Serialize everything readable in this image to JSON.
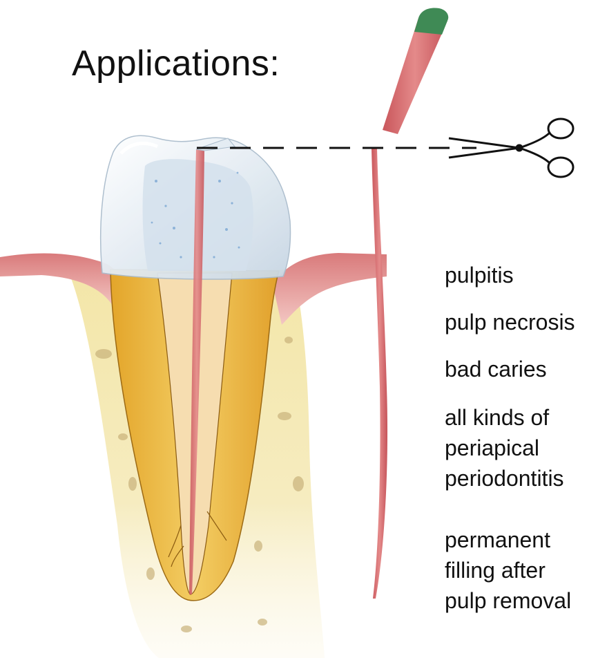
{
  "title": "Applications:",
  "applications": [
    "pulpitis",
    "pulp necrosis",
    "bad caries",
    "all kinds of\nperiapical\nperiodontitis",
    "permanent\nfilling after\npulp removal"
  ],
  "illustration": {
    "subject": "tooth-cross-section-with-gutta-percha-point",
    "cut_tool": "scissors-icon",
    "colors": {
      "gum": "#e08f8d",
      "bone": "#f2e3a3",
      "dentin": "#e8b43a",
      "enamel": "#e6eef4",
      "gutta_percha": "#d66a6c",
      "gutta_percha_tip": "#3f8a55"
    }
  }
}
